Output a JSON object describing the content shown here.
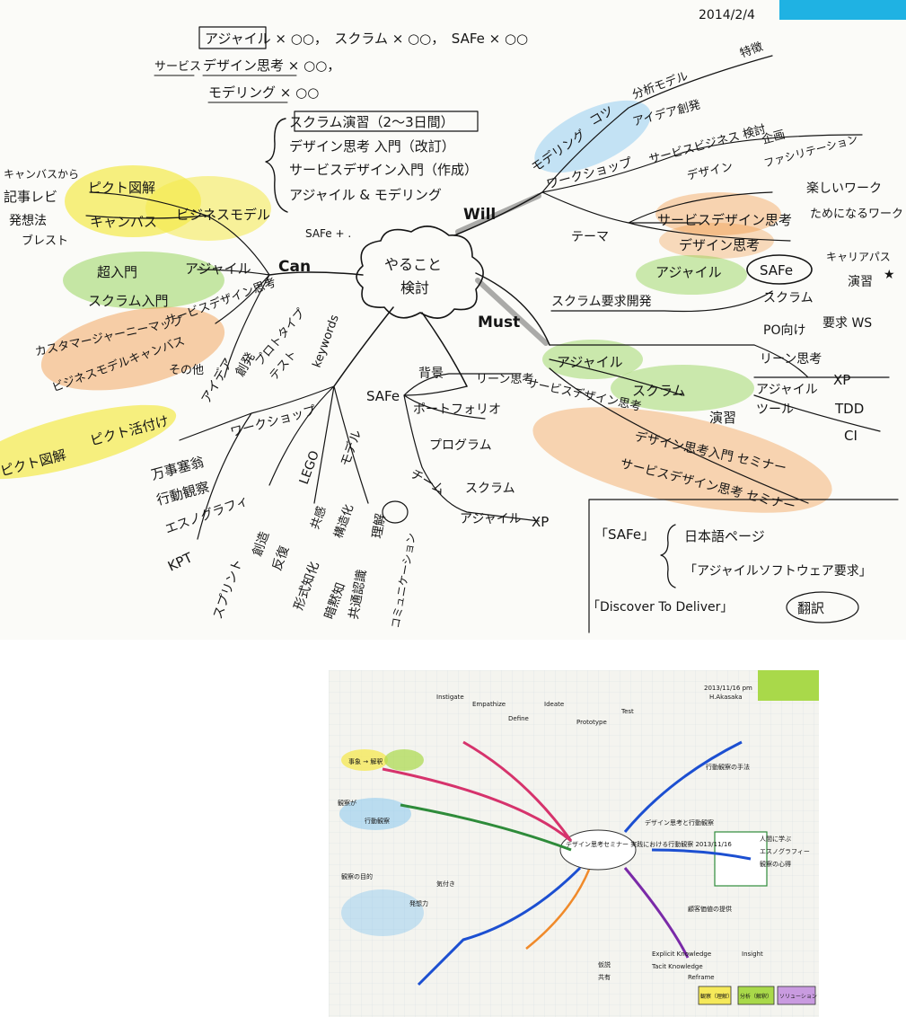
{
  "top_map": {
    "date": "2014/2/4",
    "header": {
      "line1": "アジャイル × ○○，　スクラム × ○○，　SAFe × ○○",
      "line2_label": "サービス",
      "line2": "デザイン思考 × ○○，",
      "line3": "モデリング × ○○"
    },
    "agenda": [
      "スクラム演習（2〜3日間）",
      "デザイン思考 入門（改訂）",
      "サービスデザイン入門（作成）",
      "アジャイル & モデリング"
    ],
    "agenda_extra": "SAFe + .",
    "center": {
      "line1": "やること",
      "line2": "検討"
    },
    "branches": {
      "will": "Will",
      "can": "Can",
      "must": "Must",
      "keywords": "keywords"
    },
    "will": {
      "modeling": "モデリング",
      "kotsu": "コツ",
      "kata": "分析モデル",
      "tokucho": "特徴",
      "workshop": "ワークショップ",
      "idea": "アイデア創発",
      "service_business": "サービスビジネス 検討",
      "design": "デザイン",
      "kikaku": "企画",
      "facilitation": "ファシリテーション",
      "theme": "テーマ",
      "tanoshii": "楽しいワーク",
      "tameni": "ためになるワーク",
      "service_design": "サービスデザイン思考",
      "design_thinking": "デザイン思考",
      "agile": "アジャイル",
      "safe": "SAFe",
      "career": "キャリアパス",
      "scrum": "スクラム",
      "enshu": "演習",
      "star": "★",
      "po": "PO向け",
      "yokyu": "要求 WS",
      "scrum_dev": "スクラム要求開発"
    },
    "can": {
      "canvas_from": "キャンバスから",
      "kiji": "記事レビ",
      "hassou": "発想法",
      "brst": "ブレスト",
      "pict": "ピクト図解",
      "canvas": "キャンバス",
      "bizmodel": "ビジネスモデル",
      "chonyumon": "超入門",
      "agile": "アジャイル",
      "scrum_intro": "スクラム入門",
      "service_design": "サービスデザイン思考",
      "journey": "カスタマージャーニーマップ",
      "bmc": "ビジネスモデルキャンバス",
      "sonota": "その他",
      "pict2": "ピクト図解",
      "pict_tsuke": "ピクト活付け"
    },
    "keywords": {
      "idea": "アイデア",
      "souhatsu": "創発",
      "prototype": "プロトタイプ",
      "test": "テスト",
      "workshop": "ワークショップ",
      "banji": "万事塞翁",
      "kodo": "行動観察",
      "ethno": "エスノグラフィ",
      "kpt": "KPT",
      "sprint": "スプリント",
      "souzou": "創造",
      "hanpuku": "反復",
      "katachi": "形式知化",
      "lego": "LEGO",
      "kyouko": "共感",
      "kouka": "構造化",
      "anmoku": "暗黙知",
      "model": "モデル",
      "kyotsu": "共通認識",
      "rikai": "理解",
      "commu": "コミュニケーション"
    },
    "safe_branch": {
      "safe": "SAFe",
      "haikei": "背景",
      "lean": "リーン思考",
      "portfolio": "ポートフォリオ",
      "program": "プログラム",
      "team": "チーム",
      "scrum": "スクラム",
      "agile": "アジャイル",
      "xp": "XP"
    },
    "must": {
      "agile": "アジャイル",
      "scrum": "スクラム",
      "enshu": "演習",
      "service_design": "サービスデザイン思考",
      "dt_intro": "デザイン思考入門 セミナー",
      "sd_seminar": "サービスデザイン思考 セミナー",
      "lean": "リーン思考",
      "agile2": "アジャイル",
      "tool": "ツール",
      "xp": "XP",
      "tdd": "TDD",
      "ci": "CI"
    },
    "notes": {
      "safe": "「SAFe」",
      "nihongo": "日本語ページ",
      "agile_soft": "「アジャイルソフトウェア要求」",
      "discover": "「Discover To Deliver」",
      "honyaku": "翻訳"
    }
  },
  "bottom_map": {
    "date": "2013/11/16 pm",
    "author": "H.Akasaka",
    "center": "デザイン思考セミナー 実践における行動観察 2013/11/16",
    "keys": [
      "Instigate",
      "Empathize",
      "Define",
      "Ideate",
      "Prototype",
      "Test"
    ],
    "right_labels": [
      "デザイン思考と行動観察",
      "人間に学ぶ",
      "エスノグラフィー",
      "観察の心得",
      "行動観察の手法",
      "顧客価値の提供"
    ],
    "left_labels": [
      "事象 → 解釈",
      "観察が",
      "行動観察",
      "気付き",
      "発想力",
      "観察の目的"
    ],
    "bottom_labels": [
      "Explicit Knowledge",
      "Tacit Knowledge",
      "Insight",
      "Reframe",
      "仮説",
      "共有"
    ],
    "tags": [
      "観察（理解）",
      "分析（解釈）",
      "ソリューション（提案）"
    ],
    "colors": {
      "pink": "#d6336c",
      "blue": "#1c4fd1",
      "green": "#2e8b3a",
      "purple": "#7a2aa8",
      "yellow": "#f5e95a",
      "lime": "#a9d94a",
      "orange": "#f08a2a"
    }
  },
  "colors": {
    "cyan_tab": "#1fb2e3",
    "yellow_hl": "#f4e94a",
    "green_hl": "#8fd14f",
    "orange_hl": "#f08a2a",
    "blue_hl": "#7fc3ef",
    "ink": "#141414",
    "blue_ink": "#2b3fbf"
  }
}
